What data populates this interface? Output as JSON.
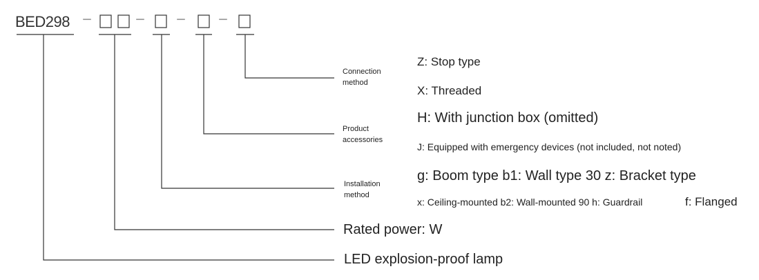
{
  "model": {
    "prefix": "BED298",
    "separator": "－"
  },
  "codes": {
    "connection_method": {
      "label": "Connection\nmethod",
      "options": [
        "Z: Stop type",
        "X: Threaded"
      ]
    },
    "product_accessories": {
      "label": "Product\naccessories",
      "options": [
        "H: With junction box (omitted)",
        "J: Equipped with emergency devices (not included, not noted)"
      ]
    },
    "installation_method": {
      "label": "Installation\nmethod",
      "options": [
        "g: Boom type b1: Wall type 30 z: Bracket type",
        "x: Ceiling-mounted b2: Wall-mounted 90 h: Guardrail",
        "f: Flanged"
      ]
    },
    "rated_power": {
      "label": "Rated power: W"
    },
    "lamp_type": {
      "label": "LED explosion-proof lamp"
    }
  },
  "colors": {
    "line": "#333333",
    "text": "#222222"
  }
}
